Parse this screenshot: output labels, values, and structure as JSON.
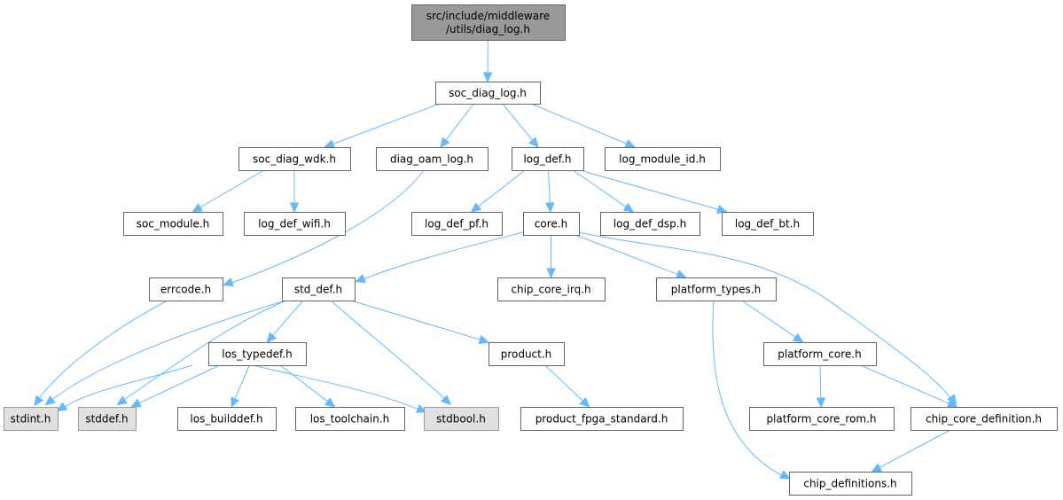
{
  "title": "src/include/middleware/utils/diag_log.h include dependency graph",
  "colors": {
    "root_fill": "#999999",
    "node_fill": "#ffffff",
    "system_fill": "#e0e0e0",
    "border": "#666666",
    "edge": "#63b8ff"
  },
  "nodes": [
    {
      "id": "diag_log",
      "lines": [
        "src/include/middleware",
        "/utils/diag_log.h"
      ],
      "kind": "root"
    },
    {
      "id": "soc_diag_log",
      "lines": [
        "soc_diag_log.h"
      ],
      "kind": "normal"
    },
    {
      "id": "soc_diag_wdk",
      "lines": [
        "soc_diag_wdk.h"
      ],
      "kind": "normal"
    },
    {
      "id": "diag_oam_log",
      "lines": [
        "diag_oam_log.h"
      ],
      "kind": "normal"
    },
    {
      "id": "log_def",
      "lines": [
        "log_def.h"
      ],
      "kind": "normal"
    },
    {
      "id": "log_module_id",
      "lines": [
        "log_module_id.h"
      ],
      "kind": "normal"
    },
    {
      "id": "soc_module",
      "lines": [
        "soc_module.h"
      ],
      "kind": "normal"
    },
    {
      "id": "log_def_wifi",
      "lines": [
        "log_def_wifi.h"
      ],
      "kind": "normal"
    },
    {
      "id": "log_def_pf",
      "lines": [
        "log_def_pf.h"
      ],
      "kind": "normal"
    },
    {
      "id": "core",
      "lines": [
        "core.h"
      ],
      "kind": "normal"
    },
    {
      "id": "log_def_dsp",
      "lines": [
        "log_def_dsp.h"
      ],
      "kind": "normal"
    },
    {
      "id": "log_def_bt",
      "lines": [
        "log_def_bt.h"
      ],
      "kind": "normal"
    },
    {
      "id": "errcode",
      "lines": [
        "errcode.h"
      ],
      "kind": "normal"
    },
    {
      "id": "std_def",
      "lines": [
        "std_def.h"
      ],
      "kind": "normal"
    },
    {
      "id": "chip_core_irq",
      "lines": [
        "chip_core_irq.h"
      ],
      "kind": "normal"
    },
    {
      "id": "platform_types",
      "lines": [
        "platform_types.h"
      ],
      "kind": "normal"
    },
    {
      "id": "los_typedef",
      "lines": [
        "los_typedef.h"
      ],
      "kind": "normal"
    },
    {
      "id": "product",
      "lines": [
        "product.h"
      ],
      "kind": "normal"
    },
    {
      "id": "platform_core",
      "lines": [
        "platform_core.h"
      ],
      "kind": "normal"
    },
    {
      "id": "stdint",
      "lines": [
        "stdint.h"
      ],
      "kind": "system"
    },
    {
      "id": "stddef",
      "lines": [
        "stddef.h"
      ],
      "kind": "system"
    },
    {
      "id": "los_builddef",
      "lines": [
        "los_builddef.h"
      ],
      "kind": "normal"
    },
    {
      "id": "los_toolchain",
      "lines": [
        "los_toolchain.h"
      ],
      "kind": "normal"
    },
    {
      "id": "stdbool",
      "lines": [
        "stdbool.h"
      ],
      "kind": "system"
    },
    {
      "id": "product_fpga_standard",
      "lines": [
        "product_fpga_standard.h"
      ],
      "kind": "normal"
    },
    {
      "id": "platform_core_rom",
      "lines": [
        "platform_core_rom.h"
      ],
      "kind": "normal"
    },
    {
      "id": "chip_core_definition",
      "lines": [
        "chip_core_definition.h"
      ],
      "kind": "normal"
    },
    {
      "id": "chip_definitions",
      "lines": [
        "chip_definitions.h"
      ],
      "kind": "normal"
    }
  ],
  "edges": [
    {
      "from": "diag_log",
      "to": "soc_diag_log"
    },
    {
      "from": "soc_diag_log",
      "to": "soc_diag_wdk"
    },
    {
      "from": "soc_diag_log",
      "to": "diag_oam_log"
    },
    {
      "from": "soc_diag_log",
      "to": "log_def"
    },
    {
      "from": "soc_diag_log",
      "to": "log_module_id"
    },
    {
      "from": "soc_diag_wdk",
      "to": "soc_module"
    },
    {
      "from": "soc_diag_wdk",
      "to": "log_def_wifi"
    },
    {
      "from": "diag_oam_log",
      "to": "errcode"
    },
    {
      "from": "log_def",
      "to": "log_def_pf"
    },
    {
      "from": "log_def",
      "to": "core"
    },
    {
      "from": "log_def",
      "to": "log_def_dsp"
    },
    {
      "from": "log_def",
      "to": "log_def_bt"
    },
    {
      "from": "core",
      "to": "std_def"
    },
    {
      "from": "core",
      "to": "chip_core_irq"
    },
    {
      "from": "core",
      "to": "platform_types"
    },
    {
      "from": "core",
      "to": "chip_core_definition"
    },
    {
      "from": "errcode",
      "to": "stdint"
    },
    {
      "from": "std_def",
      "to": "stdint"
    },
    {
      "from": "std_def",
      "to": "stddef"
    },
    {
      "from": "std_def",
      "to": "los_typedef"
    },
    {
      "from": "std_def",
      "to": "stdbool"
    },
    {
      "from": "std_def",
      "to": "product"
    },
    {
      "from": "los_typedef",
      "to": "stdint"
    },
    {
      "from": "los_typedef",
      "to": "stddef"
    },
    {
      "from": "los_typedef",
      "to": "los_builddef"
    },
    {
      "from": "los_typedef",
      "to": "los_toolchain"
    },
    {
      "from": "los_typedef",
      "to": "stdbool"
    },
    {
      "from": "product",
      "to": "product_fpga_standard"
    },
    {
      "from": "platform_types",
      "to": "platform_core"
    },
    {
      "from": "platform_types",
      "to": "chip_definitions"
    },
    {
      "from": "platform_core",
      "to": "platform_core_rom"
    },
    {
      "from": "platform_core",
      "to": "chip_core_definition"
    },
    {
      "from": "chip_core_definition",
      "to": "chip_definitions"
    }
  ]
}
